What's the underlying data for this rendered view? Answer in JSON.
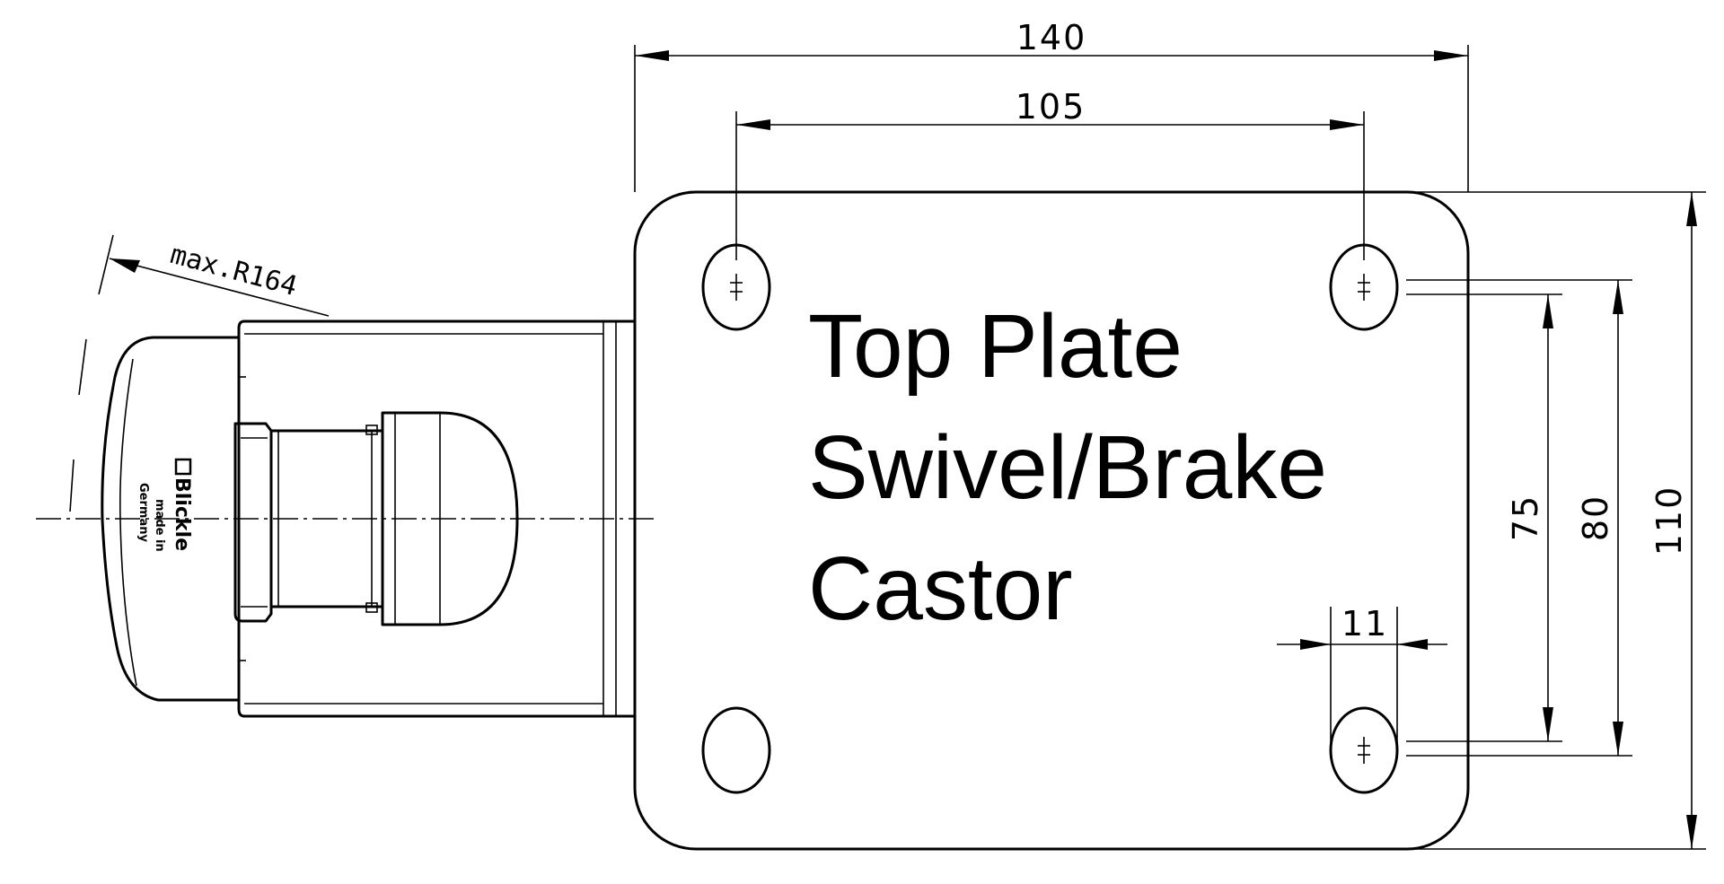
{
  "title": {
    "line1": "Top Plate",
    "line2": "Swivel/Brake",
    "line3": "Castor"
  },
  "dimensions": {
    "overall_width": "140",
    "hole_spacing_x": "105",
    "hole_spacing_y": "75",
    "plate_height_holes": "80",
    "overall_height": "110",
    "slot_width": "11",
    "brake_radius": "max.R164"
  },
  "logo": {
    "brand": "Blickle",
    "line2": "made in",
    "line3": "Germany"
  }
}
